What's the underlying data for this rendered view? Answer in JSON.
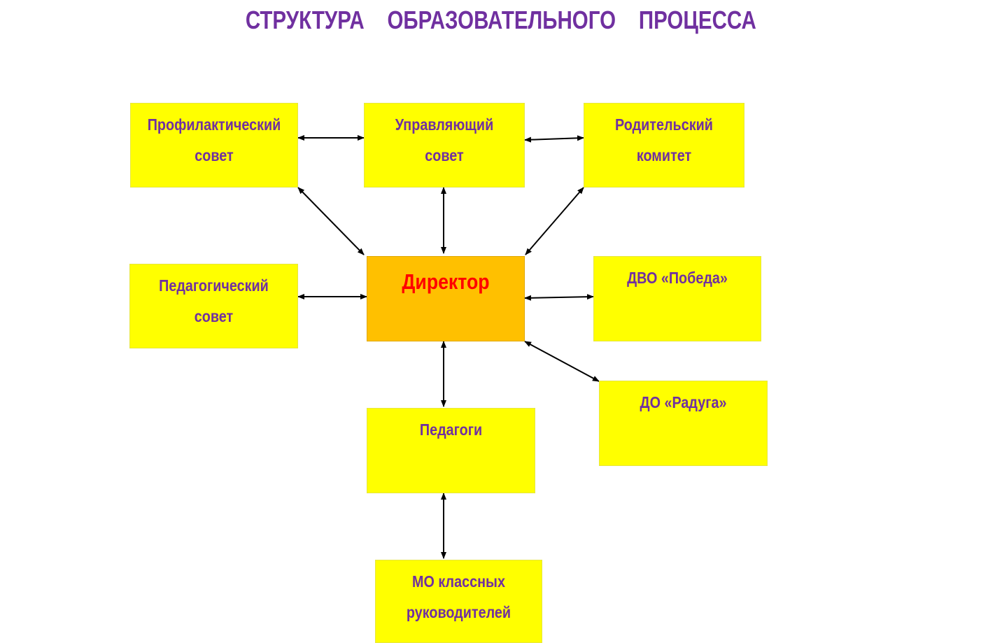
{
  "title": "СТРУКТУРА    ОБРАЗОВАТЕЛЬНОГО    ПРОЦЕССА",
  "colors": {
    "box_fill": "#ffff00",
    "director_fill": "#ffc000",
    "box_text": "#7030a0",
    "director_text": "#ff0000",
    "title_text": "#7030a0",
    "connector": "#000000"
  },
  "nodes": {
    "prof": "Профилактический\nсовет",
    "upr": "Управляющий\nсовет",
    "rod": "Родительский\nкомитет",
    "ped_sovet": "Педагогический\nсовет",
    "director": "Директор",
    "dvo": "ДВО «Победа»",
    "do": "ДО «Радуга»",
    "pedagogi": "Педагоги",
    "mo": "МО классных\nруководителей"
  },
  "connections": [
    [
      "prof",
      "upr"
    ],
    [
      "upr",
      "rod"
    ],
    [
      "prof",
      "director"
    ],
    [
      "upr",
      "director"
    ],
    [
      "rod",
      "director"
    ],
    [
      "ped_sovet",
      "director"
    ],
    [
      "director",
      "dvo"
    ],
    [
      "director",
      "do"
    ],
    [
      "director",
      "pedagogi"
    ],
    [
      "pedagogi",
      "mo"
    ]
  ]
}
